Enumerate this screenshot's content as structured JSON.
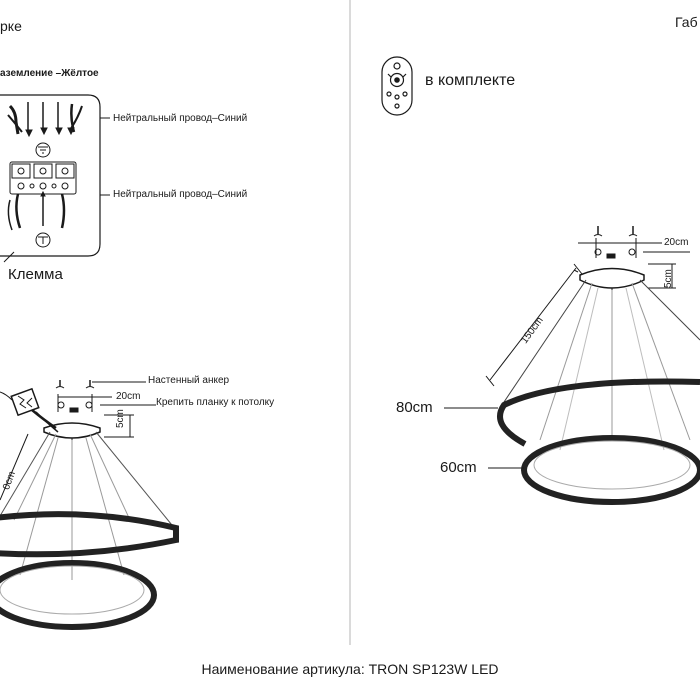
{
  "left_header": "рке",
  "right_header": "Габ",
  "wiring": {
    "ground_label": "аземление –Жёлтое",
    "neutral_label_1": "Нейтральный провод–Синий",
    "neutral_label_2": "Нейтральный провод–Синий",
    "terminal_label": "Клемма"
  },
  "remote": {
    "label": "в комплекте",
    "icon": "remote-control-icon"
  },
  "mounting": {
    "anchor_label": "Настенный анкер",
    "plate_label": "Крепить планку к потолку",
    "dim_width": "20cm",
    "dim_height": "5cm",
    "dim_cable": "0cm"
  },
  "dimensions": {
    "width": "20cm",
    "height": "5cm",
    "cable": "150cm",
    "outer_ring": "80cm",
    "inner_ring": "60cm"
  },
  "footer": "Наименование артикула: TRON SP123W LED",
  "colors": {
    "line": "#1a1a1a",
    "ring": "#222222",
    "light_line": "#9a9a9a"
  }
}
